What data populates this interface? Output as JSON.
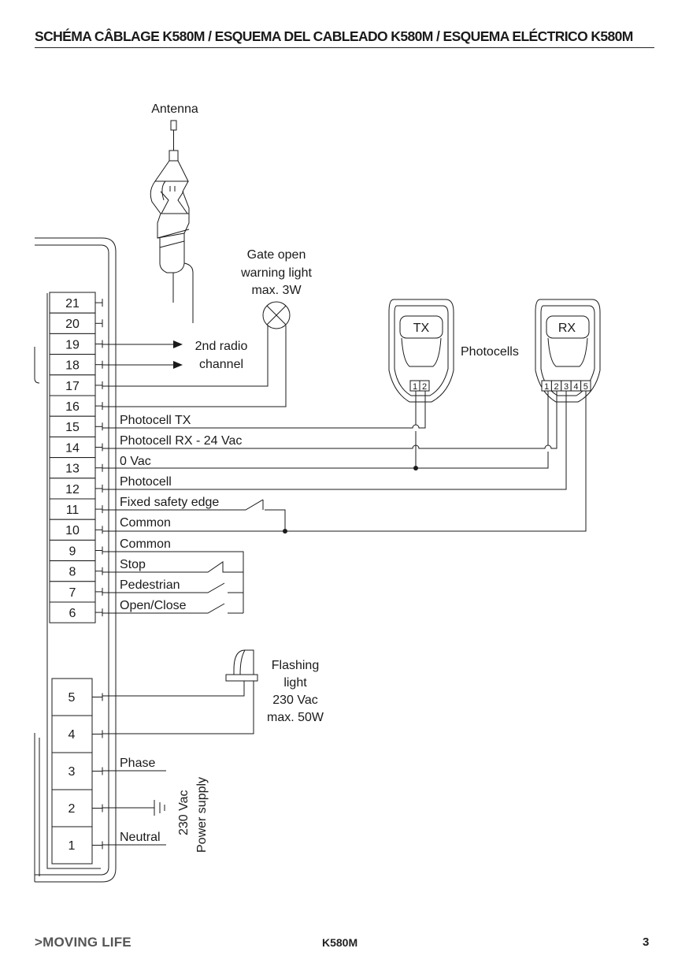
{
  "header": {
    "title": "SCHÉMA CÂBLAGE K580M / ESQUEMA DEL CABLEADO K580M / ESQUEMA ELÉCTRICO K580M"
  },
  "terminals_top": [
    "21",
    "20",
    "19",
    "18",
    "17",
    "16",
    "15",
    "14",
    "13",
    "12",
    "11",
    "10",
    "9",
    "8",
    "7",
    "6"
  ],
  "terminals_bottom": [
    "5",
    "4",
    "3",
    "2",
    "1"
  ],
  "labels": {
    "antenna": "Antenna",
    "gate_light": [
      "Gate open",
      "warning light",
      "max. 3W"
    ],
    "radio": [
      "2nd radio",
      "channel"
    ],
    "tx": "TX",
    "rx": "RX",
    "photocells": "Photocells",
    "tx_terminals": [
      "1",
      "2"
    ],
    "rx_terminals": [
      "1",
      "2",
      "3",
      "4",
      "5"
    ],
    "photocell_tx": "Photocell TX",
    "photocell_rx": "Photocell RX - 24 Vac",
    "zero_vac": "0 Vac",
    "photocell": "Photocell",
    "fixed_edge": "Fixed safety edge",
    "common_1": "Common",
    "common_2": "Common",
    "stop": "Stop",
    "pedestrian": "Pedestrian",
    "open_close": "Open/Close",
    "flashing": [
      "Flashing",
      "light",
      "230 Vac",
      "max. 50W"
    ],
    "phase": "Phase",
    "neutral": "Neutral",
    "power": [
      "230 Vac",
      "Power supply"
    ]
  },
  "footer": {
    "brand": ">MOVING LIFE",
    "model": "K580M",
    "page": "3"
  }
}
